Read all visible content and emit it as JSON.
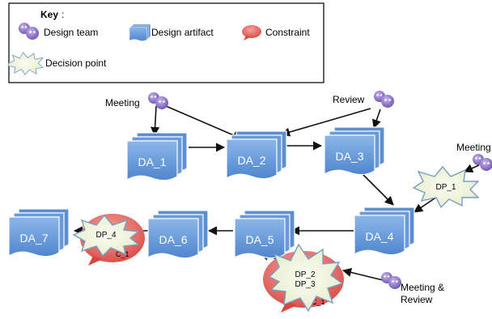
{
  "key": {
    "title": "Key",
    "title_suffix": ":",
    "items": [
      {
        "label": "Design team",
        "icon": "design-team-icon"
      },
      {
        "label": "Design artifact",
        "icon": "design-artifact-icon"
      },
      {
        "label": "Constraint",
        "icon": "constraint-icon"
      },
      {
        "label": "Decision point",
        "icon": "decision-point-icon"
      }
    ]
  },
  "teams": {
    "meeting1": "Meeting",
    "review": "Review",
    "meeting2": "Meeting",
    "meeting_review_line1": "Meeting &",
    "meeting_review_line2": "Review"
  },
  "artifacts": {
    "da1": "DA_1",
    "da2": "DA_2",
    "da3": "DA_3",
    "da4": "DA_4",
    "da5": "DA_5",
    "da6": "DA_6",
    "da7": "DA_7"
  },
  "decision_points": {
    "dp1": "DP_1",
    "dp4": "DP_4",
    "dp2": "DP_2",
    "dp3": "DP_3"
  },
  "constraints": {
    "c1_left": "C_1",
    "c1_bottom": "C_1"
  },
  "colors": {
    "artifact_fill": "#6fa0dc",
    "artifact_back": "#5b8fd2",
    "artifact_stroke": "#ffffff",
    "team_purple": "#8c72c4",
    "constraint_fill": "#e3625f",
    "decision_fill": "#f2f5e0",
    "decision_stroke": "#7a9cc4",
    "arrow": "#111111"
  }
}
